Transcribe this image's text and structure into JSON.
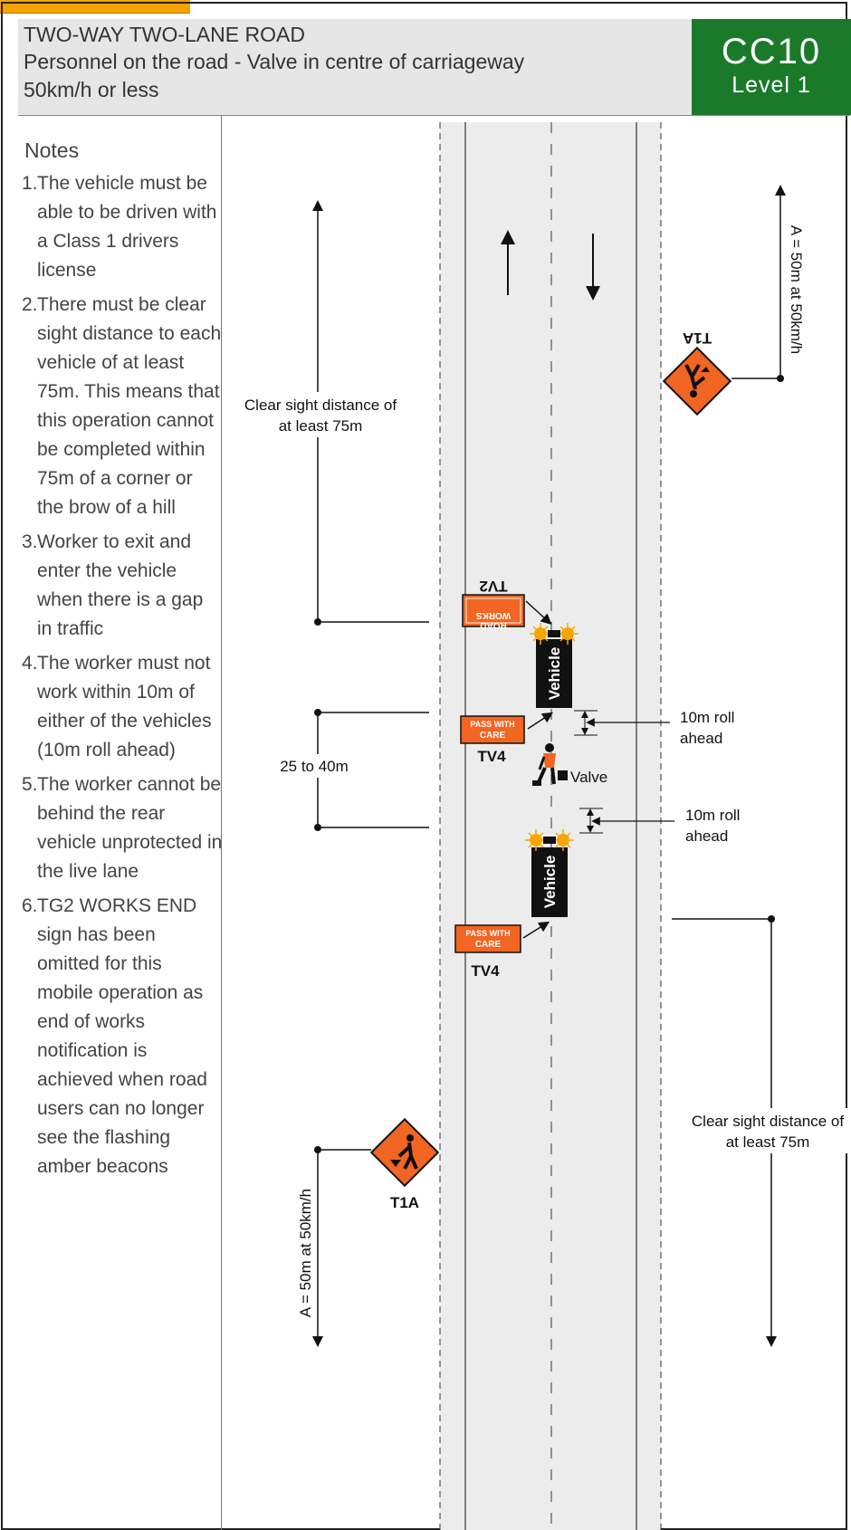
{
  "header": {
    "line1": "TWO-WAY TWO-LANE ROAD",
    "line2": "Personnel on the road - Valve in centre of carriageway",
    "line3": "50km/h or less",
    "code": "CC10",
    "level": "Level 1",
    "accent_color": "#1a7a2a"
  },
  "tab": {
    "color": "#f5a300"
  },
  "notes": {
    "title": "Notes",
    "items": [
      {
        "num": "1.",
        "text": "The vehicle must be able to be driven with a Class 1 drivers license"
      },
      {
        "num": "2.",
        "text": "There must be clear sight distance to each vehicle of at least 75m. This means that this operation cannot be completed within 75m of a corner or the brow of a hill"
      },
      {
        "num": "3.",
        "text": "Worker to exit and enter the vehicle when there is a gap in traffic"
      },
      {
        "num": "4.",
        "text": "The worker must not work within 10m of either of the vehicles (10m roll ahead)"
      },
      {
        "num": "5.",
        "text": "The worker cannot be behind the rear vehicle unprotected in the live lane"
      },
      {
        "num": "6.",
        "text": "TG2 WORKS END sign has been omitted for this mobile operation as end of works notification is achieved when road users can no longer see the flashing amber beacons"
      }
    ]
  },
  "diagram": {
    "sight_label_left": [
      "Clear sight distance of",
      "at least 75m"
    ],
    "sight_label_right": [
      "Clear sight distance of",
      "at least 75m"
    ],
    "spacing_label": "25 to 40m",
    "rollahead_label_1": [
      "10m roll",
      "ahead"
    ],
    "rollahead_label_2": [
      "10m roll",
      "ahead"
    ],
    "valve_label": "Valve",
    "vehicle_label": "Vehicle",
    "dist_top": "A = 50m at 50km/h",
    "dist_bottom": "A = 50m at 50km/h",
    "sign_t1a": "T1A",
    "sign_t1a_top": "T1A",
    "sign_tv2": "TV2",
    "sign_tv2_text": [
      "ROAD",
      "WORKS"
    ],
    "sign_tv4": "TV4",
    "sign_tv4_text": [
      "PASS WITH",
      "CARE"
    ],
    "sign_color": "#f26522",
    "road_color": "#ececec"
  }
}
